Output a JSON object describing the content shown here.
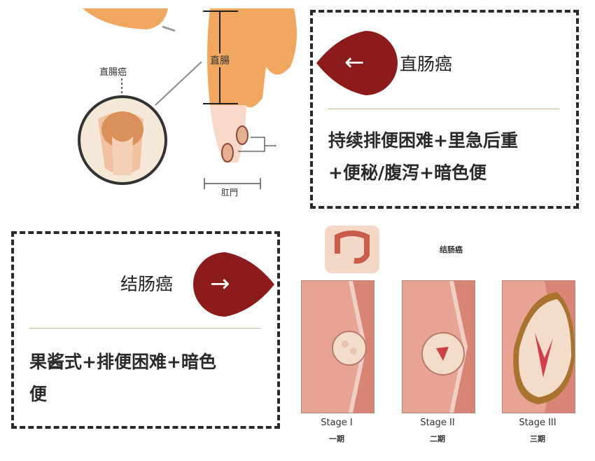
{
  "rectal": {
    "illustration_label_cancer": "直腸癌",
    "illustration_label_rectum": "直腸",
    "illustration_label_anus": "肛門",
    "headline": "直肠癌",
    "arrow": "←",
    "symptoms_line1": "持续排便困难+里急后重",
    "symptoms_line2": "+便秘/腹泻+暗色便"
  },
  "colon": {
    "headline": "结肠癌",
    "arrow": "→",
    "symptoms_line1": "果酱式+排便困难+暗色",
    "symptoms_line2": "便",
    "illustration_title": "结肠癌",
    "stages": [
      {
        "label": "Stage I",
        "cn": "一期"
      },
      {
        "label": "Stage II",
        "cn": "二期"
      },
      {
        "label": "Stage III",
        "cn": "三期"
      }
    ]
  },
  "colors": {
    "badge": "#8c1c1c",
    "tissue": "#d98575",
    "rectum_orange": "#f0a860",
    "panel_border": "#2a2a2a",
    "divider": "#c9b58f"
  }
}
